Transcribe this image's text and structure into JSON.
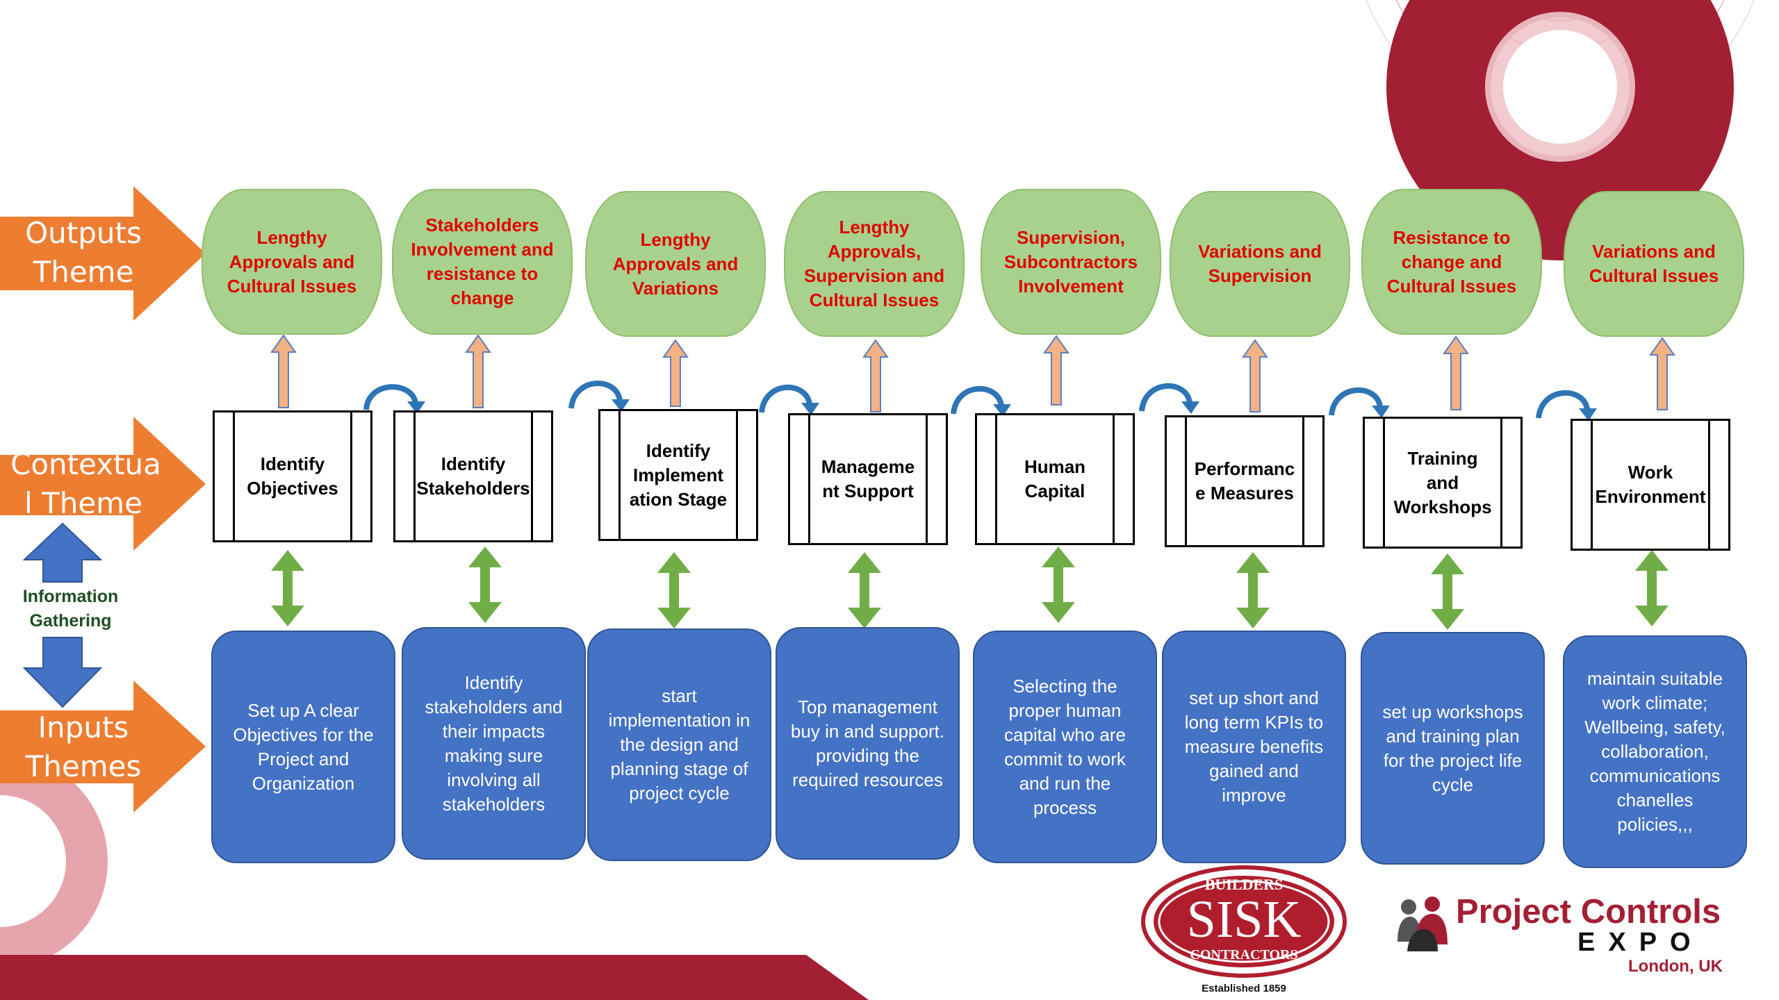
{
  "themes": {
    "outputs": "Outputs\nTheme",
    "contextual": "Contextua\nl Theme",
    "inputs": "Inputs\nThemes"
  },
  "info_gathering": "Information\nGathering",
  "outcomes": [
    "Lengthy Approvals and Cultural Issues",
    "Stakeholders Involvement and resistance to change",
    "Lengthy Approvals and Variations",
    "Lengthy Approvals, Supervision and Cultural Issues",
    "Supervision, Subcontractors Involvement",
    "Variations and Supervision",
    "Resistance to change and Cultural Issues",
    "Variations and Cultural Issues"
  ],
  "stages": [
    "Identify\nObjectives",
    "Identify\nStakeholders",
    "Identify\nImplement\nation Stage",
    "Manageme\nnt Support",
    "Human\nCapital",
    "Performanc\ne Measures",
    "Training and\nWorkshops",
    "Work\nEnvironment"
  ],
  "inputs": [
    "Set up A clear Objectives for the Project and Organization",
    "Identify stakeholders and their impacts making sure involving all stakeholders",
    "start implementation in the design and planning stage of project cycle",
    "Top management buy in and support. providing the required resources",
    "Selecting the proper human capital who are commit to work and run the process",
    "set up short and long term KPIs to measure benefits gained and improve",
    "set up workshops and training plan for the project life cycle",
    "maintain suitable work climate; Wellbeing, safety, collaboration, communications chanelles policies,,,"
  ],
  "logos": {
    "sisk_top": "BUILDERS",
    "sisk_main": "SISK",
    "sisk_bottom": "CONTRACTORS",
    "sisk_est": "Established 1859",
    "pce_title": "Project Controls",
    "pce_expo": "EXPO",
    "pce_city": "London, UK"
  },
  "colors": {
    "theme_arrow": "#ed7d31",
    "outcome_fill": "#a9d18e",
    "outcome_text": "#e00000",
    "up_arrow": "#f4b183",
    "link_arrow": "#2e75b6",
    "two_way_arrow": "#70ad47",
    "info_arrow": "#4472c4",
    "input_fill": "#4472c4",
    "accent_red": "#a31f34"
  }
}
